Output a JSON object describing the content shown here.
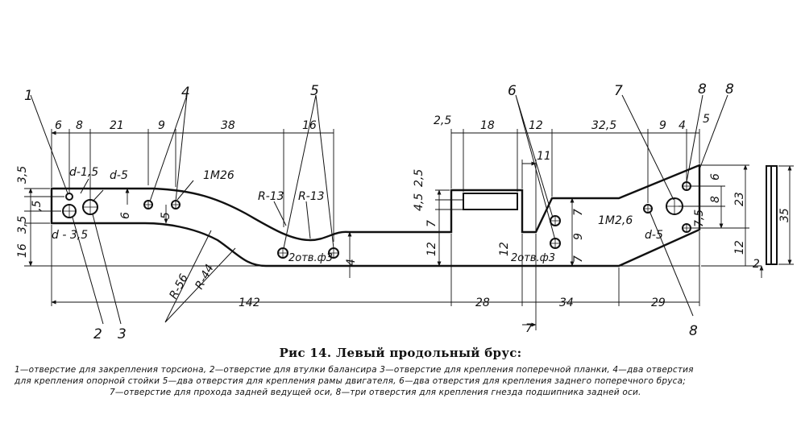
{
  "figure": {
    "title": "Рис 14. Левый продольный брус:",
    "legend_lines": [
      "1—отверстие для закрепления торсиона, 2—отверстие для втулки балансира 3—отверстие для крепления поперечной планки, 4—два отверстия",
      "для крепления опорной стойки 5—два отверстия для крепления рамы двигателя, 6—два отверстия для крепления заднего поперечного бруса;",
      "7—отверстие для прохода задней ведущей оси, 8—три отверстия для крепления гнезда подшипника задней оси."
    ]
  },
  "labels": {
    "n1": "1",
    "n2": "2",
    "n3": "3",
    "n4": "4",
    "n5": "5",
    "n6": "6",
    "n7": "7",
    "n8a": "8",
    "n8b": "8",
    "n8c": "8"
  },
  "dims": {
    "top_6": "6",
    "top_8": "8",
    "top_21": "21",
    "top_9": "9",
    "top_38": "38",
    "top_16": "16",
    "top_2_5": "2,5",
    "top_18": "18",
    "top_12": "12",
    "top_32_5": "32,5",
    "top_9b": "9",
    "top_4": "4",
    "top_5": "5",
    "top_11": "11",
    "d1_5": "d-1,5",
    "d5": "d-5",
    "m26": "1M26",
    "r13a": "R-13",
    "r13b": "R-13",
    "l3_5a": "3,5",
    "l5": ",5",
    "l3_5b": "3,5",
    "l16": "16",
    "d3_5": "d - 3,5",
    "in6": "6",
    "in5": "5",
    "r56": "R-56",
    "r44": "R-44",
    "b142": "142",
    "mid2_5": "2,5",
    "mid4_5": "4,5",
    "mid7": "7",
    "mid12": "12",
    "hole2_a": "2отв.ф3",
    "mid4": "4",
    "b28": "28",
    "b12": "12",
    "hole2_b": "2отв.ф3",
    "r7a": "7",
    "r7b": "7",
    "r9": "9",
    "b34": "34",
    "b7": "7",
    "b29": "29",
    "m2_6": "1M2,6",
    "d5b": "d-5",
    "r6": "6",
    "r8": "8",
    "r7_5": "7,5",
    "r23": "23",
    "r12": "12",
    "r35": "35",
    "r2": "2"
  }
}
